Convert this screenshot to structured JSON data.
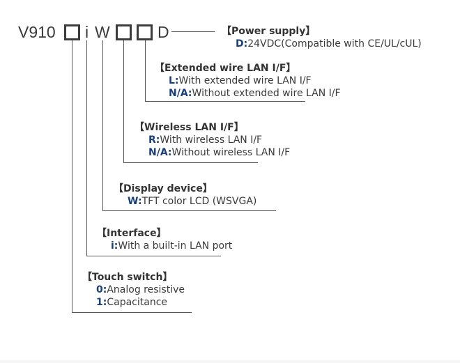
{
  "model": {
    "prefix": "V910",
    "fixed_i": "i",
    "fixed_w": "W",
    "fixed_d": "D"
  },
  "sections": {
    "power_supply": {
      "title": "【Power supply】",
      "options": [
        {
          "code": "D:",
          "desc": "24VDC(Compatible with CE/UL/cUL)"
        }
      ]
    },
    "extended_wire_lan": {
      "title": "【Extended wire LAN I/F】",
      "options": [
        {
          "code": "L:",
          "desc": "With extended wire LAN I/F"
        },
        {
          "code": "N/A:",
          "desc": "Without extended wire LAN I/F"
        }
      ]
    },
    "wireless_lan": {
      "title": "【Wireless LAN I/F】",
      "options": [
        {
          "code": "R:",
          "desc": "With wireless LAN I/F"
        },
        {
          "code": "N/A:",
          "desc": "Without wireless LAN I/F"
        }
      ]
    },
    "display_device": {
      "title": "【Display device】",
      "options": [
        {
          "code": "W:",
          "desc": "TFT color LCD (WSVGA)"
        }
      ]
    },
    "interface": {
      "title": "【Interface】",
      "options": [
        {
          "code": "i:",
          "desc": "With a built-in LAN port"
        }
      ]
    },
    "touch_switch": {
      "title": "【Touch switch】",
      "options": [
        {
          "code": "0:",
          "desc": "Analog resistive"
        },
        {
          "code": "1:",
          "desc": "Capacitance"
        }
      ]
    }
  },
  "colors": {
    "code_blue": "#1a3f7a",
    "text": "#333333",
    "line": "#555555"
  }
}
